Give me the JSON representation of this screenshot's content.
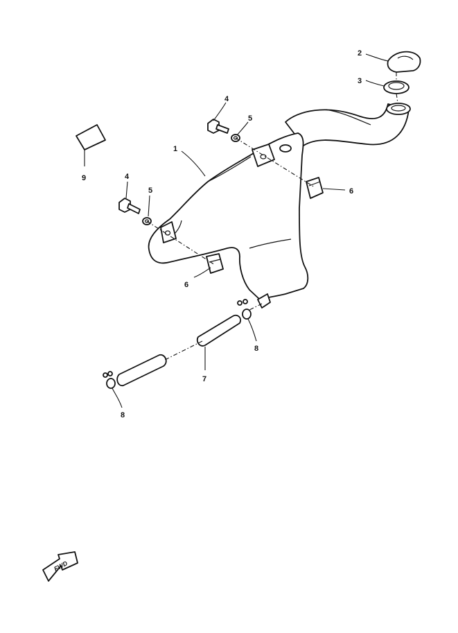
{
  "callouts": {
    "c1": "1",
    "c2": "2",
    "c3": "3",
    "c4a": "4",
    "c4b": "4",
    "c5a": "5",
    "c5b": "5",
    "c6a": "6",
    "c6b": "6",
    "c7": "7",
    "c8a": "8",
    "c8b": "8",
    "c9": "9"
  },
  "direction_arrow": {
    "label": "FWD",
    "icon": "fwd-arrow-icon"
  }
}
